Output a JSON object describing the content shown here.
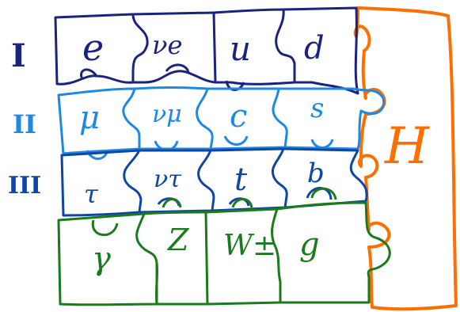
{
  "colors": {
    "gen1": "#1a237e",
    "gen2": "#1e88e5",
    "gen3": "#0d47a1",
    "bosons": "#1b7a1b",
    "higgs": "#ff6f00"
  },
  "generations": [
    {
      "label": "I",
      "cells": [
        "e",
        "νe",
        "u",
        "d"
      ]
    },
    {
      "label": "II",
      "cells": [
        "μ",
        "νμ",
        "c",
        "s"
      ]
    },
    {
      "label": "III",
      "cells": [
        "τ",
        "ντ",
        "t",
        "b"
      ]
    }
  ],
  "bosons": [
    "γ",
    "Z",
    "W±",
    "g"
  ],
  "higgs": "H"
}
